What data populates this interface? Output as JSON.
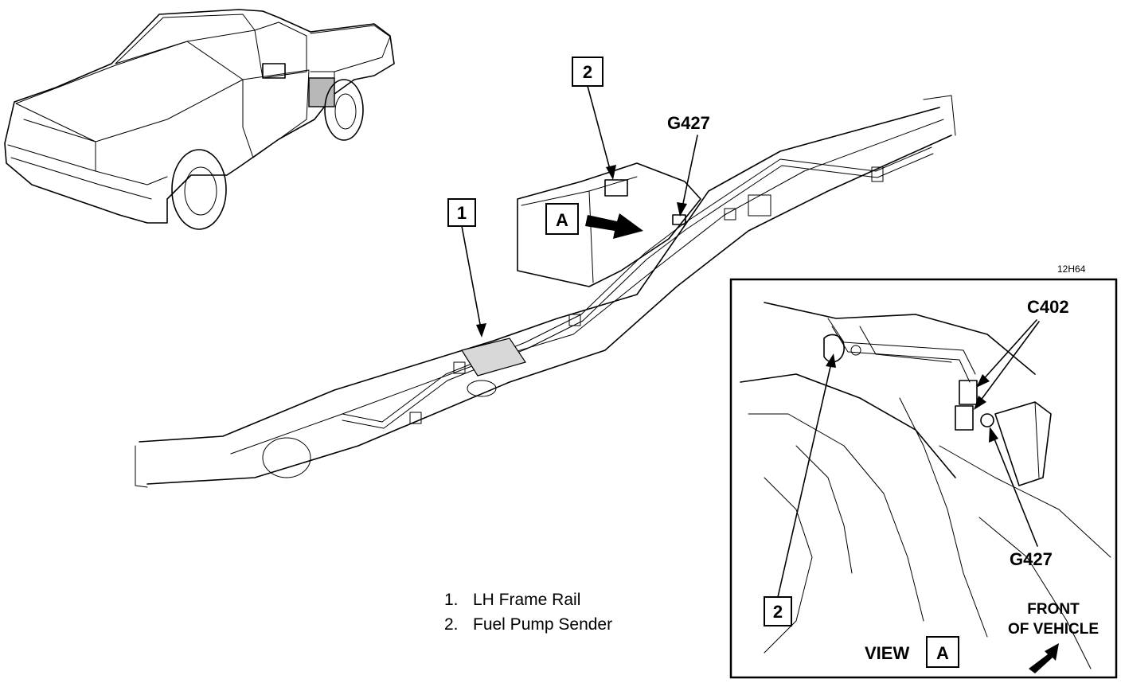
{
  "callouts": {
    "frame_rail_num": "1",
    "pump_sender_num": "2",
    "view_a_marker": "A",
    "inset_pump_sender_num": "2"
  },
  "labels": {
    "ground_main": "G427",
    "connector_inset": "C402",
    "ground_inset": "G427",
    "figure_code": "12H64",
    "view_prefix": "VIEW",
    "view_letter": "A",
    "front_line1": "FRONT",
    "front_line2": "OF VEHICLE"
  },
  "legend": [
    {
      "num": "1.",
      "text": "LH Frame Rail"
    },
    {
      "num": "2.",
      "text": "Fuel Pump Sender"
    }
  ]
}
